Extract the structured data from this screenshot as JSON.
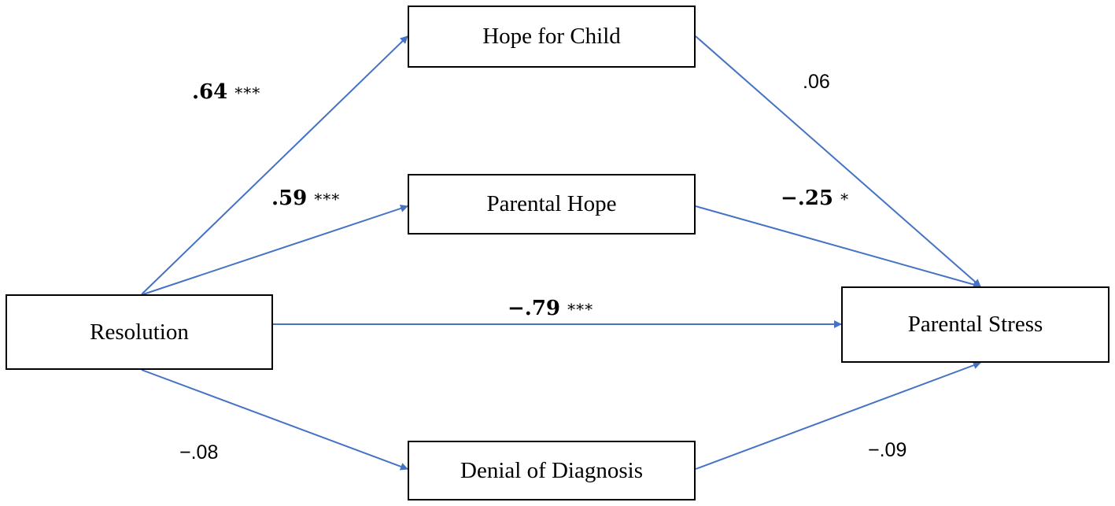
{
  "nodes": {
    "hope_for_child": "Hope for Child",
    "parental_hope": "Parental Hope",
    "resolution": "Resolution",
    "parental_stress": "Parental Stress",
    "denial_of_diagnosis": "Denial of Diagnosis"
  },
  "paths": {
    "resolution_to_hope_for_child": {
      "coef": ".64",
      "sig": "***"
    },
    "resolution_to_parental_hope": {
      "coef": ".59",
      "sig": "***"
    },
    "resolution_to_parental_stress": {
      "coef": "−.79",
      "sig": "***"
    },
    "resolution_to_denial": {
      "coef": "−.08"
    },
    "hope_for_child_to_parental_stress": {
      "coef": ".06"
    },
    "parental_hope_to_parental_stress": {
      "coef": "−.25",
      "sig": "*"
    },
    "denial_to_parental_stress": {
      "coef": "−.09"
    }
  },
  "colors": {
    "arrow": "#4472c4",
    "border": "#000000",
    "text": "#000000"
  }
}
